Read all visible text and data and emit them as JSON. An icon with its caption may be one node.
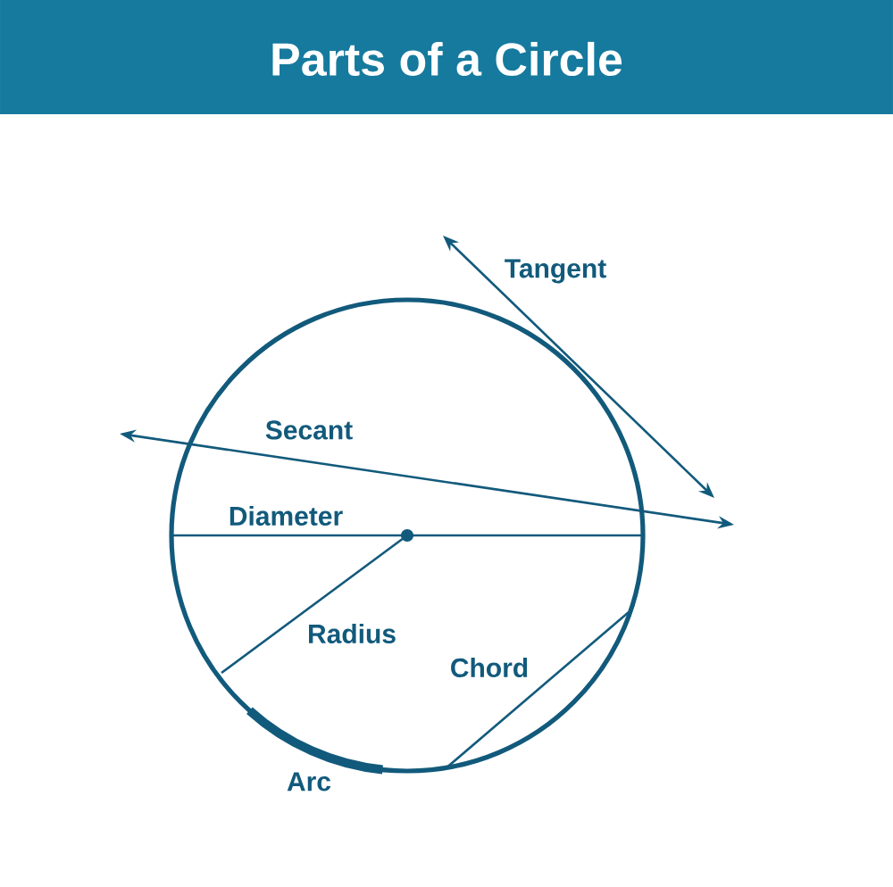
{
  "diagram": {
    "title": "Parts of a Circle",
    "labels": [
      "Tangent",
      "Secant",
      "Diameter",
      "Radius",
      "Chord",
      "Arc"
    ]
  }
}
